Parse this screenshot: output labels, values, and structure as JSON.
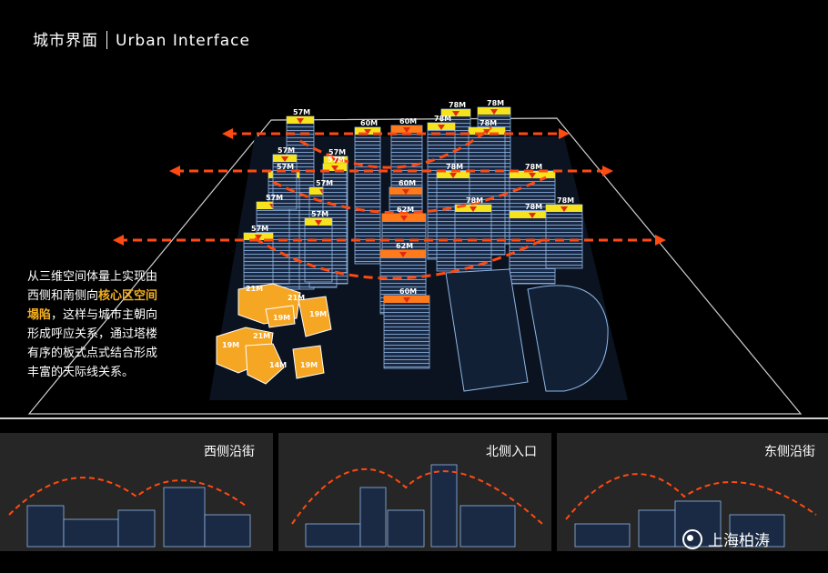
{
  "title": {
    "zh": "城市界面",
    "en": "Urban Interface"
  },
  "description": {
    "part1": "从三维空间体量上实现由西侧和南侧向",
    "highlight": "核心区空间塌陷",
    "part2": "，这样与城市主朝向形成呼应关系，通过塔楼有序的板式点式结合形成丰富的天际线关系。"
  },
  "height_labels": [
    "78M",
    "78M",
    "60M",
    "60M",
    "78M",
    "78M",
    "57M",
    "57M",
    "78M",
    "57M",
    "57M",
    "78M",
    "78M",
    "57M",
    "57M",
    "60M",
    "78M",
    "78M",
    "57M",
    "57M",
    "62M",
    "57M",
    "62M",
    "60M",
    "21M",
    "19M",
    "19M",
    "21M",
    "19M",
    "14M",
    "19M",
    "21M"
  ],
  "panels": [
    {
      "caption": "西侧沿街"
    },
    {
      "caption": "北侧入口"
    },
    {
      "caption": "东侧沿街"
    }
  ],
  "watermark": "上海柏涛",
  "colors": {
    "arrow": "#ff4a12",
    "roof_yellow": "#f7e21e",
    "roof_orange": "#ff7a1a",
    "podium": "#f5a623",
    "building_edge": "#8fb7e6"
  }
}
